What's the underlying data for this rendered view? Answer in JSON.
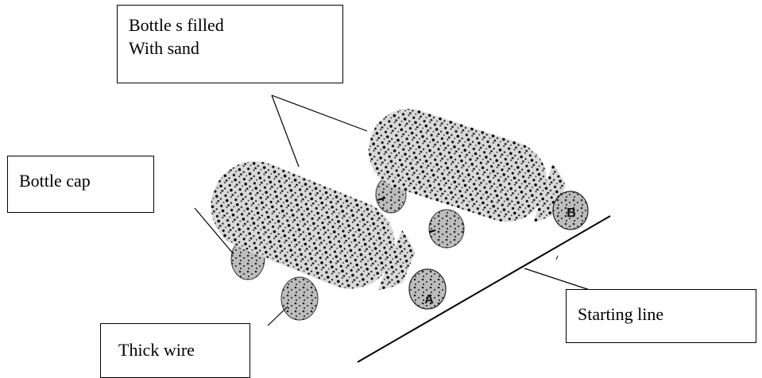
{
  "labels": {
    "bottles_line1": "Bottle s filled",
    "bottles_line2": "With sand",
    "bottle_cap": "Bottle cap",
    "thick_wire": "Thick wire",
    "starting_line": "Starting line"
  },
  "bottle_markers": {
    "a": "A",
    "b": "B"
  }
}
